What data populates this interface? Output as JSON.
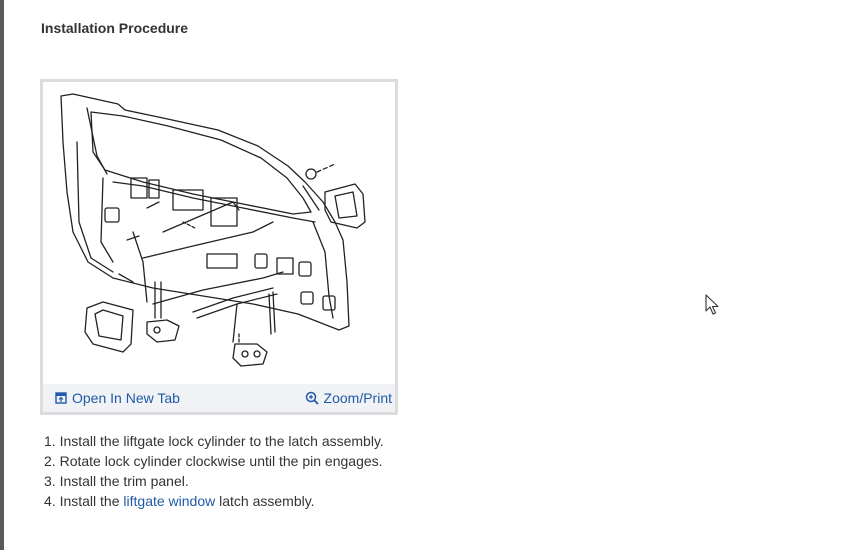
{
  "page": {
    "title": "Installation Procedure"
  },
  "figure": {
    "open_tab_label": "Open In New Tab",
    "open_tab_icon": "open-in-new-tab-icon",
    "zoom_label": "Zoom/Print",
    "zoom_icon": "zoom-in-icon"
  },
  "steps": [
    {
      "number": "1.",
      "text": "Install the liftgate lock cylinder to the latch assembly."
    },
    {
      "number": "2.",
      "text": "Rotate lock cylinder clockwise until the pin engages."
    },
    {
      "number": "3.",
      "text": "Install the trim panel."
    },
    {
      "number": "4.",
      "before": "Install the ",
      "link": "liftgate window",
      "after": " latch assembly."
    }
  ],
  "colors": {
    "link": "#1f5aa8",
    "text": "#333333",
    "frame": "#dcdcdc",
    "bar": "#f0f2f5"
  }
}
